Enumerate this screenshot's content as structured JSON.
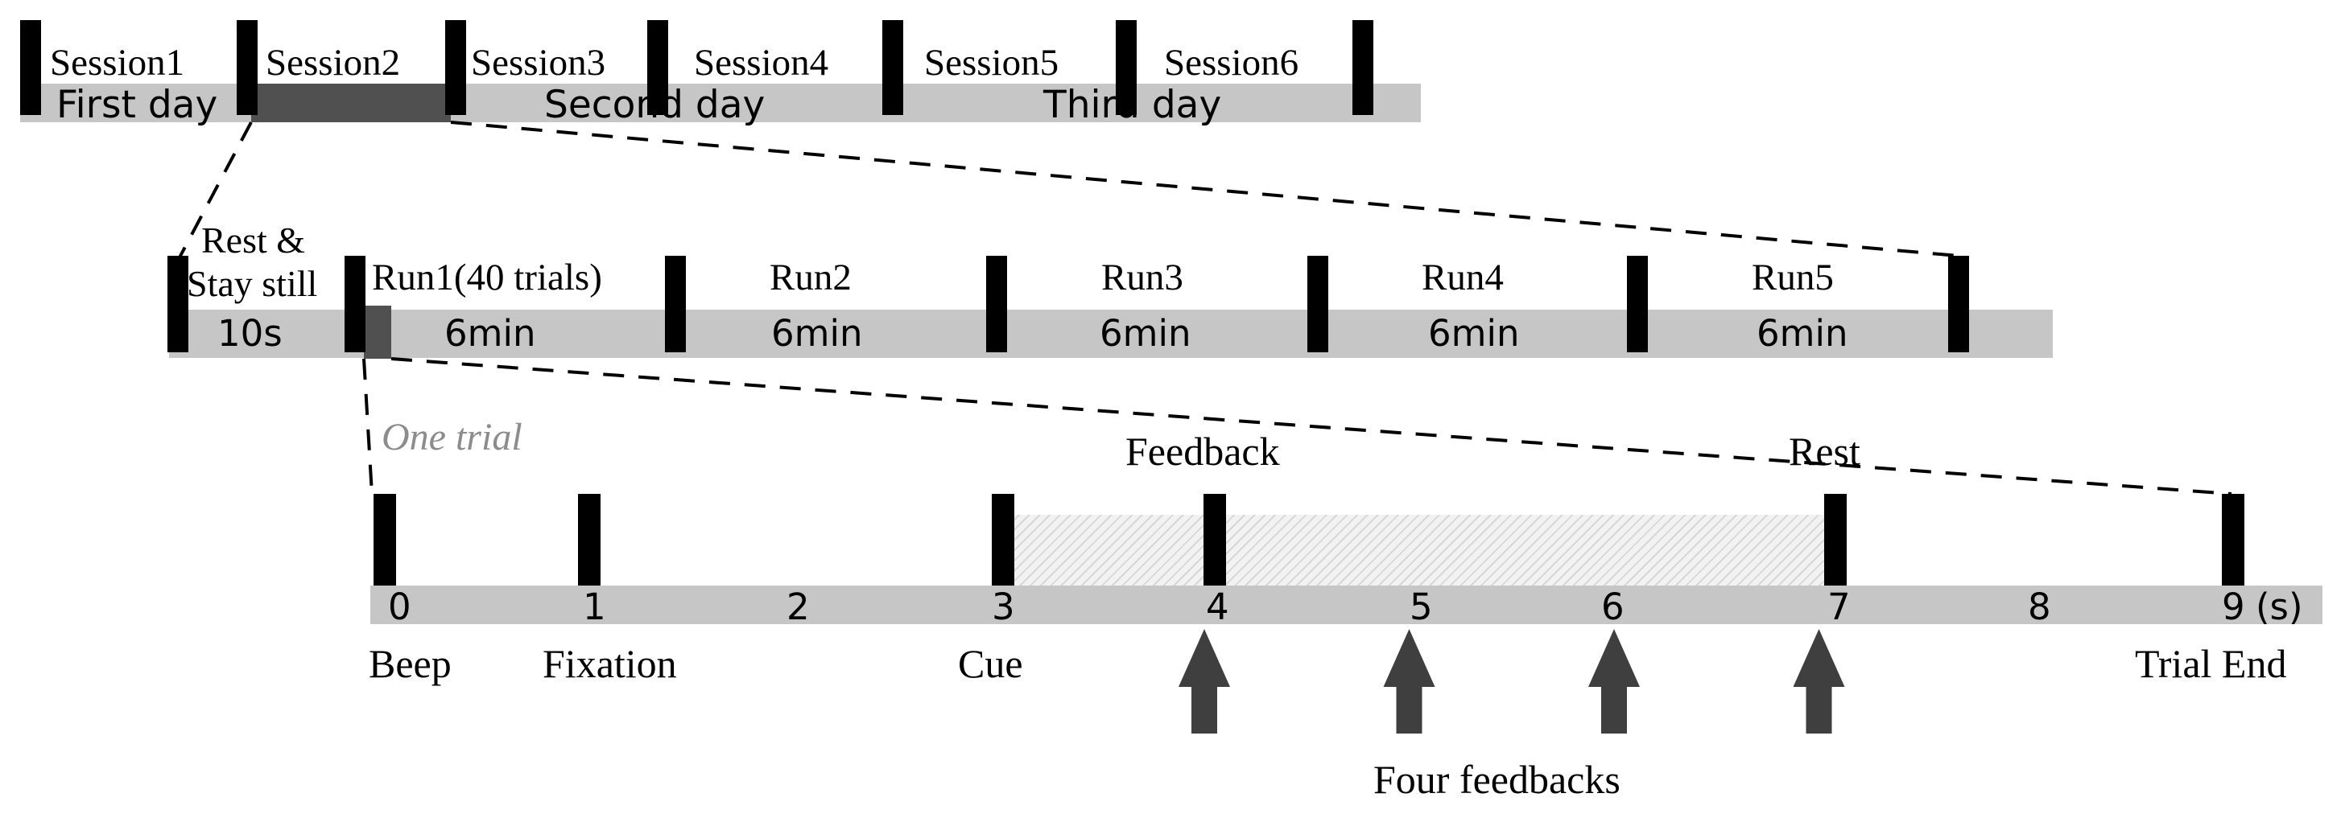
{
  "sessions": [
    "Session1",
    "Session2",
    "Session3",
    "Session4",
    "Session5",
    "Session6"
  ],
  "days": [
    "First day",
    "Second day",
    "Third day"
  ],
  "rest_block": {
    "line1": "Rest &",
    "line2": "Stay still",
    "duration": "10s"
  },
  "runs": [
    {
      "label": "Run1(40 trials)",
      "duration": "6min"
    },
    {
      "label": "Run2",
      "duration": "6min"
    },
    {
      "label": "Run3",
      "duration": "6min"
    },
    {
      "label": "Run4",
      "duration": "6min"
    },
    {
      "label": "Run5",
      "duration": "6min"
    }
  ],
  "one_trial_label": "One trial",
  "trial_ticks": [
    "0",
    "1",
    "2",
    "3",
    "4",
    "5",
    "6",
    "7",
    "8",
    "9"
  ],
  "time_unit": "(s)",
  "phase_labels": {
    "feedback": "Feedback",
    "rest": "Rest"
  },
  "events": [
    "Beep",
    "Fixation",
    "Cue",
    "Trial End"
  ],
  "feedback_note": "Four feedbacks",
  "feedback_times": [
    4,
    5,
    6,
    7
  ],
  "colors": {
    "bar": "#c6c6c6",
    "highlight": "#505050",
    "marker": "#000000",
    "arrow": "#3f3f3f",
    "trial_label": "#8c8c8c"
  }
}
